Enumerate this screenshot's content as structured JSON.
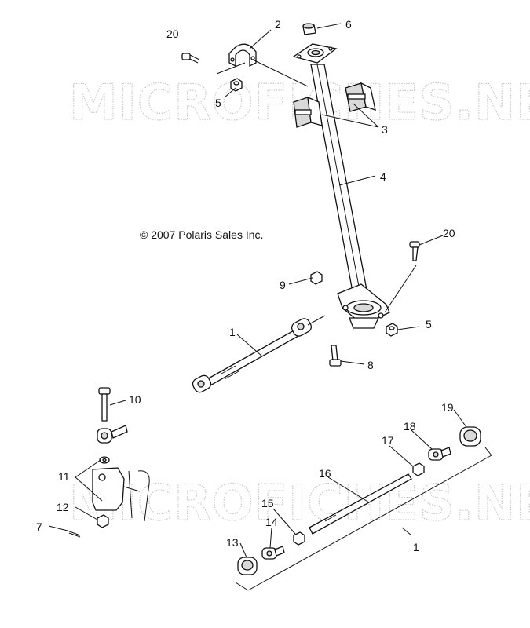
{
  "watermark": "MICROFICHES.NET",
  "copyright": "© 2007 Polaris Sales Inc.",
  "callouts": {
    "c1a": "1",
    "c1b": "1",
    "c2": "2",
    "c3": "3",
    "c4": "4",
    "c5a": "5",
    "c5b": "5",
    "c6": "6",
    "c7": "7",
    "c8": "8",
    "c9": "9",
    "c10": "10",
    "c11": "11",
    "c12": "12",
    "c13": "13",
    "c14": "14",
    "c15": "15",
    "c16": "16",
    "c17": "17",
    "c18": "18",
    "c19": "19",
    "c20a": "20",
    "c20b": "20"
  }
}
